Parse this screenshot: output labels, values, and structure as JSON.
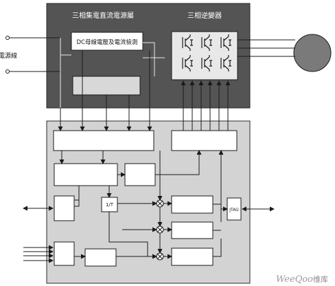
{
  "labels": {
    "rectifier_title": "三相集電直流電源屬",
    "inverter_title": "三相逆變器",
    "dc_detect": "DC母線電壓及電流檢測",
    "power_line": "電源線",
    "block_1t": "1/T",
    "jtag": "JTAG"
  },
  "watermark": {
    "brand": "WeeQoo",
    "suffix": "维库"
  },
  "colors": {
    "upper_panel": "#545454",
    "lower_panel": "#d3d3d3",
    "block_fill": "#ffffff",
    "line": "#1a1a1a",
    "motor": "#7a7a7a"
  }
}
